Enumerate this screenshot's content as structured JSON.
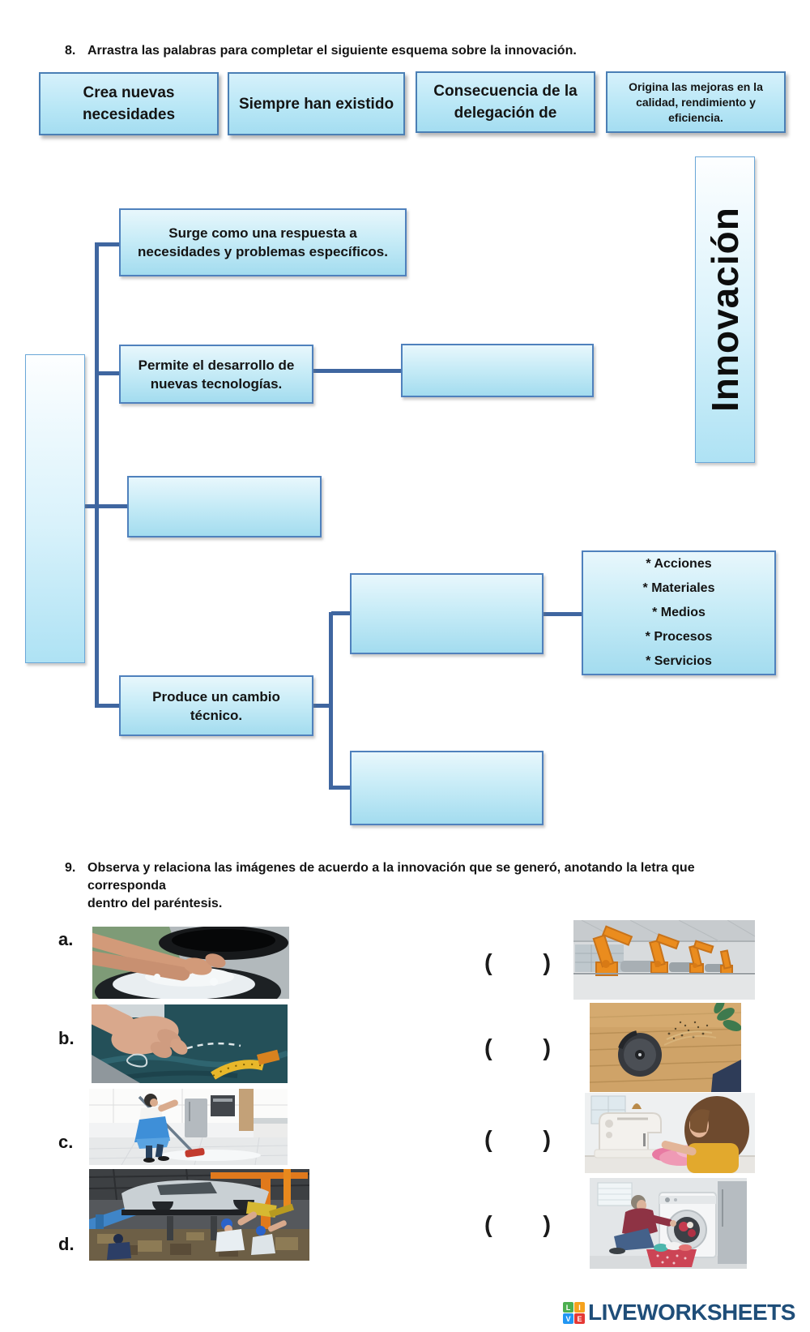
{
  "colors": {
    "box_border": "#4a7fb5",
    "diagram_border": "#4f81bd",
    "box_fill_top": "#d6f1fb",
    "box_fill_bottom": "#a4ddf1",
    "connector": "#3f66a0",
    "logo_navy": "#1f4e79",
    "logo_green": "#4caf50",
    "logo_orange": "#f6a21d",
    "logo_blue": "#2196f3",
    "logo_red": "#e53935"
  },
  "question8": {
    "number": "8.",
    "text": "Arrastra las palabras para completar el siguiente esquema sobre la innovación."
  },
  "word_bank": [
    {
      "label": "Crea nuevas necesidades"
    },
    {
      "label": "Siempre han existido"
    },
    {
      "label": "Consecuencia de la delegación de"
    },
    {
      "label": "Origina las mejoras en la calidad, rendimiento y eficiencia."
    }
  ],
  "diagram": {
    "vertical_title": "Innovación",
    "filled_boxes": [
      {
        "id": "surge",
        "text": "Surge como una respuesta a necesidades y problemas específicos."
      },
      {
        "id": "permite",
        "text": "Permite el desarrollo de nuevas tecnologías."
      },
      {
        "id": "produce",
        "text": "Produce un cambio técnico."
      }
    ],
    "list_box": {
      "items": [
        "* Acciones",
        "* Materiales",
        "* Medios",
        "* Procesos",
        "* Servicios"
      ]
    }
  },
  "question9": {
    "number": "9.",
    "line1": "Observa y relaciona las imágenes de acuerdo a la innovación que se generó, anotando la letra que corresponda",
    "line2": "dentro del paréntesis."
  },
  "matching": {
    "paren_open": "(",
    "paren_close": ")",
    "left_items": [
      {
        "letter": "a.",
        "image": "washing-clothes-by-hand"
      },
      {
        "letter": "b.",
        "image": "marking-fabric-by-hand"
      },
      {
        "letter": "c.",
        "image": "mopping-floor-by-hand"
      },
      {
        "letter": "d.",
        "image": "car-repair-workshop"
      }
    ],
    "right_items": [
      {
        "image": "industrial-robot-arms-assembly-line"
      },
      {
        "image": "robot-vacuum-cleaner"
      },
      {
        "image": "sewing-machine"
      },
      {
        "image": "washing-machine"
      }
    ]
  },
  "footer": {
    "logo_text": "LIVEWORKSHEETS",
    "logo_squares": [
      {
        "letter": "L",
        "color": "#4caf50"
      },
      {
        "letter": "I",
        "color": "#f6a21d"
      },
      {
        "letter": "V",
        "color": "#2196f3"
      },
      {
        "letter": "E",
        "color": "#e53935"
      }
    ]
  }
}
